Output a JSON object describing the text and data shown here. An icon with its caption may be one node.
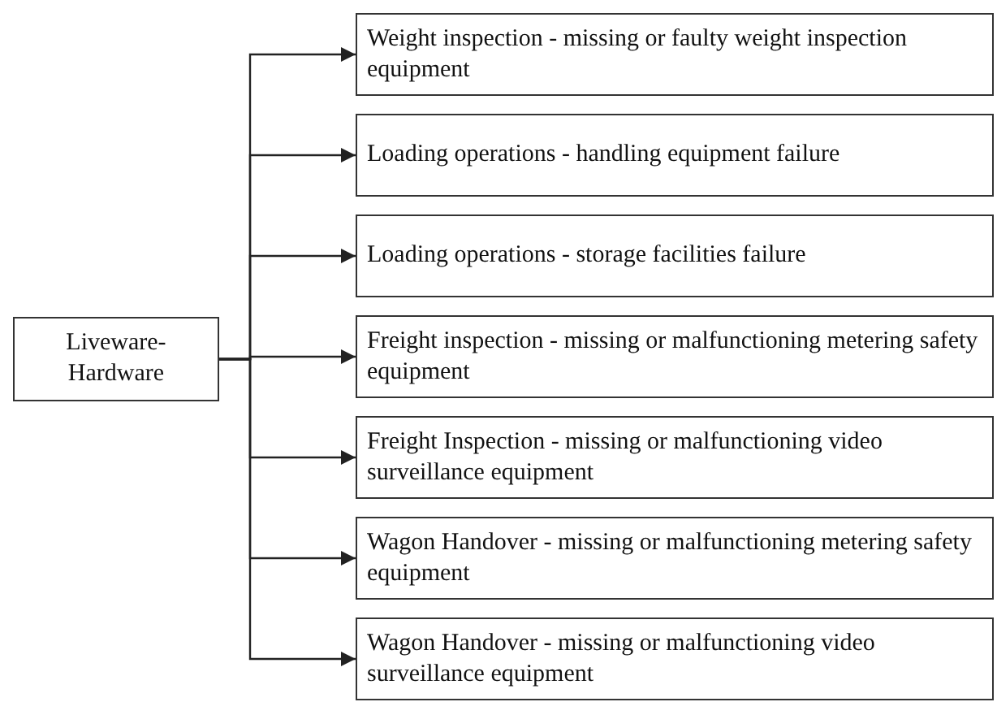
{
  "diagram": {
    "nodes": [
      {
        "text": [
          "Liveware-Hardware"
        ]
      },
      {
        "text": [
          "Weight inspection - missing or faulty weight inspection equipment"
        ]
      },
      {
        "text": [
          "Loading operations - handling equipment failure"
        ]
      },
      {
        "text": [
          "Loading operations - storage facilities failure"
        ]
      },
      {
        "text": [
          "Freight inspection - missing or malfunctioning metering safety equipment"
        ]
      },
      {
        "text": [
          "Freight Inspection - missing or malfunctioning video surveillance equipment"
        ]
      },
      {
        "text": [
          "Wagon Handover - missing or malfunctioning metering safety equipment"
        ]
      },
      {
        "text": [
          "Wagon Handover - missing or malfunctioning video surveillance equipment"
        ]
      }
    ],
    "edges": [
      {
        "from": 0,
        "to": 1,
        "arrow": "to"
      },
      {
        "from": 0,
        "to": 2,
        "arrow": "to"
      },
      {
        "from": 0,
        "to": 3,
        "arrow": "to"
      },
      {
        "from": 0,
        "to": 4,
        "arrow": "to"
      },
      {
        "from": 0,
        "to": 5,
        "arrow": "to"
      },
      {
        "from": 0,
        "to": 6,
        "arrow": "to"
      },
      {
        "from": 0,
        "to": 7,
        "arrow": "to"
      }
    ]
  }
}
